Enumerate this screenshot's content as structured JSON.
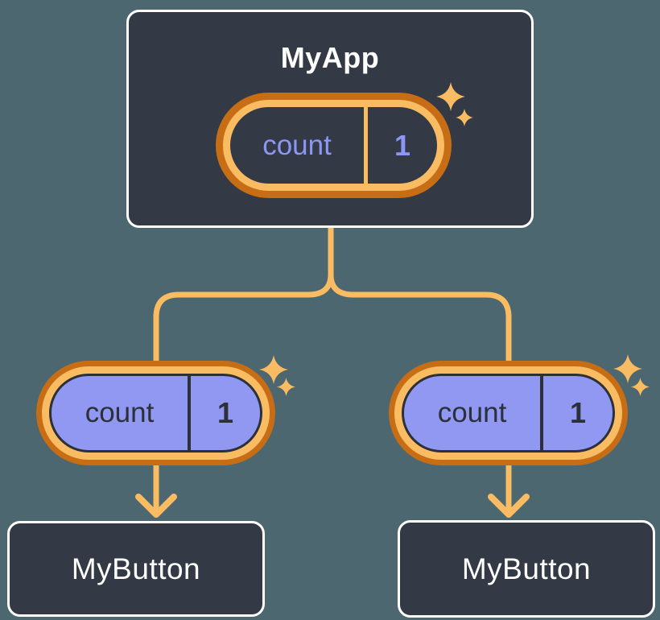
{
  "diagram": {
    "type": "react-component-tree",
    "root": {
      "label": "MyApp",
      "pill": {
        "key": "count",
        "value": "1"
      }
    },
    "children": [
      {
        "label": "MyButton",
        "pill": {
          "key": "count",
          "value": "1"
        }
      },
      {
        "label": "MyButton",
        "pill": {
          "key": "count",
          "value": "1"
        }
      }
    ]
  },
  "colors": {
    "background": "#4C6770",
    "card_fill": "#333945",
    "card_border": "#FFFFFF",
    "card_text": "#FFFFFF",
    "pill_ring_outer": "#C66D15",
    "pill_ring_inner": "#FABC62",
    "pill_state_fill": "#333945",
    "pill_state_text": "#8C96F5",
    "pill_prop_fill": "#9198F2",
    "pill_prop_text": "#2B3039",
    "connector": "#FABC62",
    "sparkle": "#FABC62"
  },
  "icons": {
    "sparkle": "four-point-star",
    "arrow": "down-arrowhead"
  }
}
